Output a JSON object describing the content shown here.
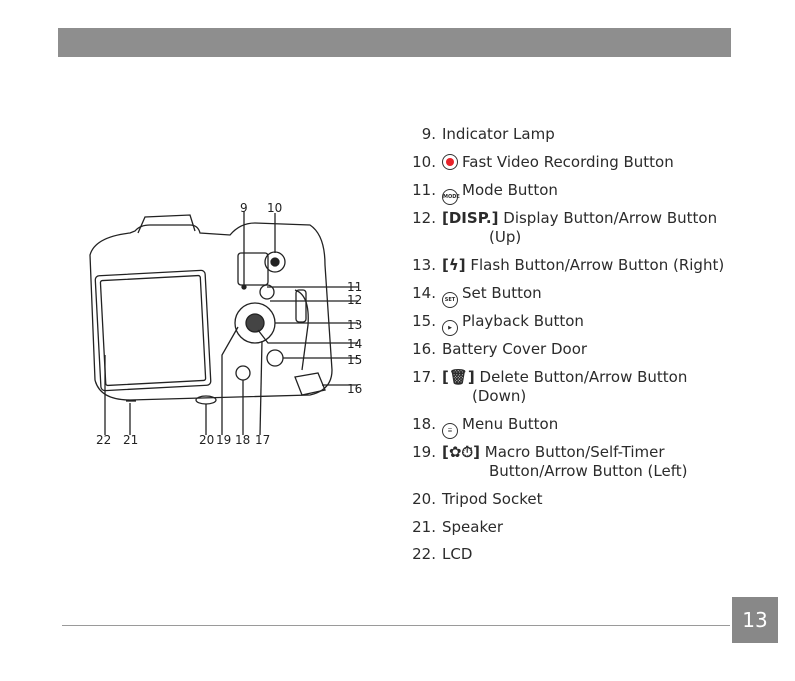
{
  "page_number": "13",
  "callouts": [
    "9",
    "10",
    "11",
    "12",
    "13",
    "14",
    "15",
    "16",
    "22",
    "21",
    "20",
    "19",
    "18",
    "17"
  ],
  "items": [
    {
      "num": "9.",
      "text": "Indicator Lamp",
      "icon": null
    },
    {
      "num": "10.",
      "text": "Fast Video Recording Button",
      "icon": "record-dot-icon"
    },
    {
      "num": "11.",
      "text": "Mode Button",
      "icon": "mode-icon",
      "icon_label": "MODE"
    },
    {
      "num": "12.",
      "text": "Display Button/Arrow Button",
      "text2": "(Up)",
      "icon": "disp-icon",
      "icon_label": "[DISP.]"
    },
    {
      "num": "13.",
      "text": "Flash Button/Arrow Button (Right)",
      "icon": "flash-icon",
      "icon_label": "[ϟ]"
    },
    {
      "num": "14.",
      "text": "Set Button",
      "icon": "set-icon",
      "icon_label": "SET"
    },
    {
      "num": "15.",
      "text": "Playback Button",
      "icon": "playback-icon"
    },
    {
      "num": "16.",
      "text": "Battery Cover Door",
      "icon": null
    },
    {
      "num": "17.",
      "text": "Delete Button/Arrow Button",
      "text2": "(Down)",
      "icon": "trash-icon",
      "icon_label": "[🗑]"
    },
    {
      "num": "18.",
      "text": "Menu Button",
      "icon": "menu-icon"
    },
    {
      "num": "19.",
      "text": "Macro Button/Self-Timer",
      "text2": "Button/Arrow Button (Left)",
      "icon": "macro-timer-icon",
      "icon_label": "[✿⏱]"
    },
    {
      "num": "20.",
      "text": "Tripod Socket",
      "icon": null
    },
    {
      "num": "21.",
      "text": "Speaker",
      "icon": null
    },
    {
      "num": "22.",
      "text": "LCD",
      "icon": null
    }
  ],
  "colors": {
    "header_bar": "#8e8e8e",
    "page_box": "#888888",
    "record": "#e8232a"
  }
}
